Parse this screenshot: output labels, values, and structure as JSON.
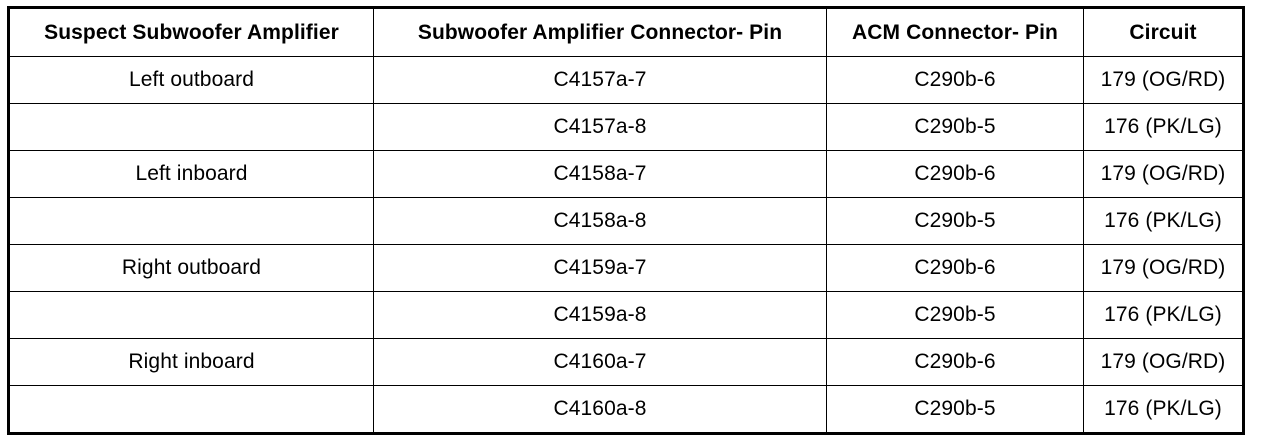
{
  "table": {
    "headers": [
      "Suspect Subwoofer Amplifier",
      "Subwoofer Amplifier Connector- Pin",
      "ACM Connector- Pin",
      "Circuit"
    ],
    "rows": [
      [
        "Left outboard",
        "C4157a-7",
        "C290b-6",
        "179 (OG/RD)"
      ],
      [
        "",
        "C4157a-8",
        "C290b-5",
        "176 (PK/LG)"
      ],
      [
        "Left inboard",
        "C4158a-7",
        "C290b-6",
        "179 (OG/RD)"
      ],
      [
        "",
        "C4158a-8",
        "C290b-5",
        "176 (PK/LG)"
      ],
      [
        "Right outboard",
        "C4159a-7",
        "C290b-6",
        "179 (OG/RD)"
      ],
      [
        "",
        "C4159a-8",
        "C290b-5",
        "176 (PK/LG)"
      ],
      [
        "Right inboard",
        "C4160a-7",
        "C290b-6",
        "179 (OG/RD)"
      ],
      [
        "",
        "C4160a-8",
        "C290b-5",
        "176 (PK/LG)"
      ]
    ]
  }
}
